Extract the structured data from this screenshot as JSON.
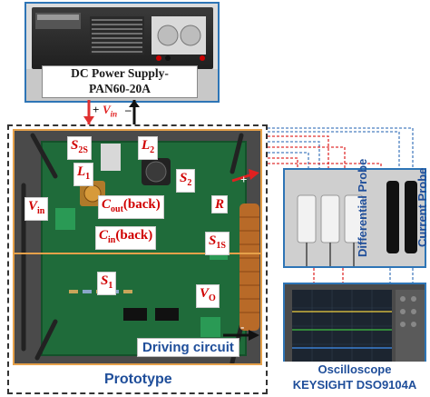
{
  "power_supply": {
    "name": "DC Power Supply-",
    "model": "PAN60-20A"
  },
  "input": {
    "plus": "+",
    "minus": "–",
    "vin_symbol": "V",
    "vin_sub": "in"
  },
  "components": {
    "s2s": {
      "sym": "S",
      "sub": "2S"
    },
    "l2": {
      "sym": "L",
      "sub": "2"
    },
    "l1": {
      "sym": "L",
      "sub": "1"
    },
    "s2": {
      "sym": "S",
      "sub": "2"
    },
    "vin": {
      "sym": "V",
      "sub": "in"
    },
    "cout": {
      "sym": "C",
      "sub": "out",
      "suffix": "(back)"
    },
    "r": {
      "sym": "R"
    },
    "cin": {
      "sym": "C",
      "sub": "in",
      "suffix": "(back)"
    },
    "s1s": {
      "sym": "S",
      "sub": "1S"
    },
    "s1": {
      "sym": "S",
      "sub": "1"
    },
    "vo": {
      "sym": "V",
      "sub": "O"
    }
  },
  "board_marks": {
    "plus": "+",
    "minus": "-"
  },
  "labels": {
    "driving_circuit": "Driving circuit",
    "prototype": "Prototype",
    "differential_probe": "Differential Probe",
    "current_probe": "Current Probe",
    "oscilloscope": "Oscilloscope",
    "oscilloscope_model": "KEYSIGHT DSO9104A"
  },
  "colors": {
    "frame_blue": "#2e75b6",
    "label_red": "#d00000",
    "board_orange": "#e6a14a",
    "text_blue": "#1f4e9a",
    "wire_red": "#e03030",
    "wire_blue": "#4a7fc0"
  }
}
